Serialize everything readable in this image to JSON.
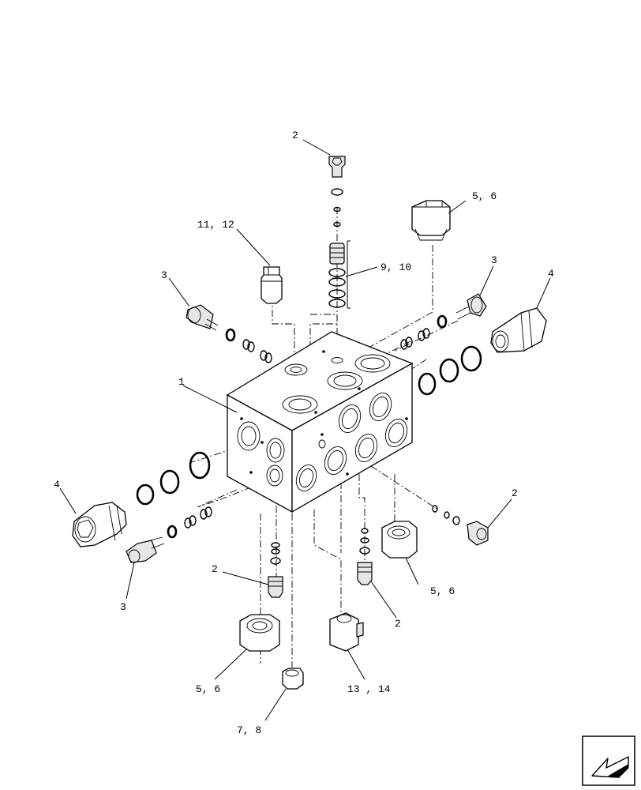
{
  "callouts": {
    "c2_top": "2",
    "c56_top": "5, 6",
    "c1112": "11, 12",
    "c910": "9, 10",
    "c3_left": "3",
    "c3_right": "3",
    "c4_right": "4",
    "c1": "1",
    "c4_left": "4",
    "c2_right": "2",
    "c3_bottom": "3",
    "c2_lower": "2",
    "c56_right": "5, 6",
    "c2_bottom": "2",
    "c56_bottom": "5, 6",
    "c1314": "13 , 14",
    "c78": "7, 8"
  },
  "icons": {
    "nav": "back-arrow-icon"
  }
}
